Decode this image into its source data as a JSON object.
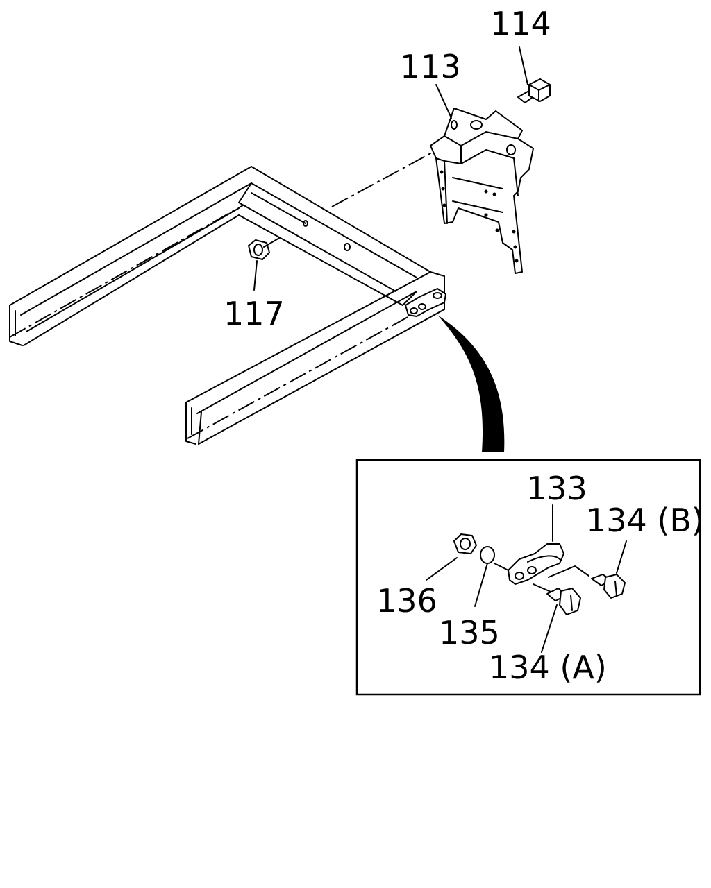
{
  "diagram": {
    "callouts": {
      "c114": "114",
      "c113": "113",
      "c117": "117",
      "c133": "133",
      "c134b": "134 (B)",
      "c136": "136",
      "c135": "135",
      "c134a": "134 (A)"
    }
  }
}
